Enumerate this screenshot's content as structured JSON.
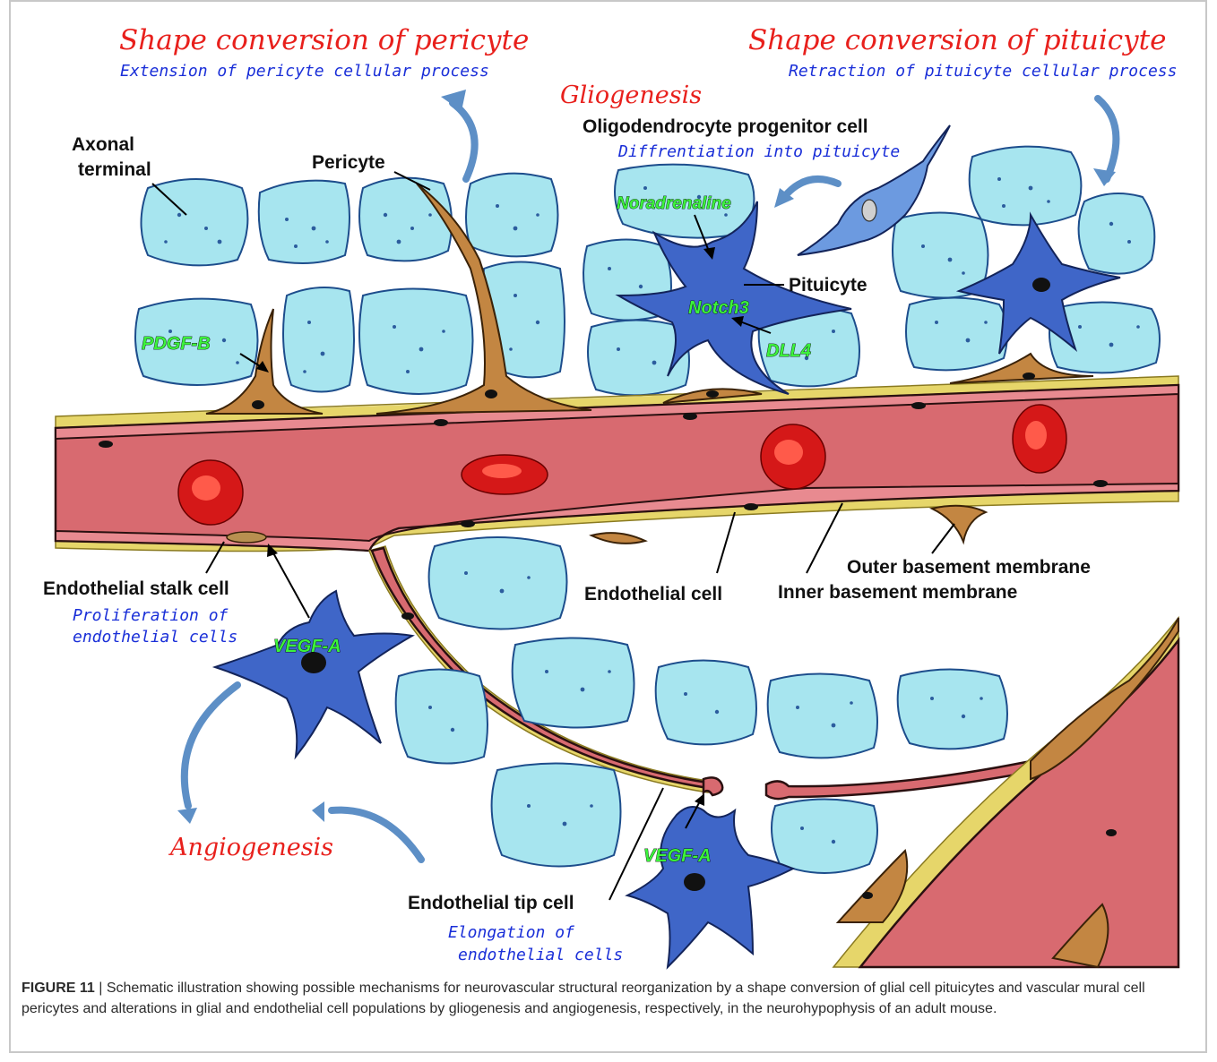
{
  "headings": {
    "pericyte_title": "Shape conversion of pericyte",
    "pericyte_sub": "Extension of pericyte cellular process",
    "pituicyte_title": "Shape conversion of pituicyte",
    "pituicyte_sub": "Retraction of pituicyte cellular process",
    "gliogenesis": "Gliogenesis",
    "angiogenesis": "Angiogenesis"
  },
  "labels": {
    "axonal_terminal_1": "Axonal",
    "axonal_terminal_2": "terminal",
    "pericyte": "Pericyte",
    "opc": "Oligodendrocyte progenitor cell",
    "opc_sub": "Diffrentiation into pituicyte",
    "pituicyte": "Pituicyte",
    "endothelial_stalk": "Endothelial stalk cell",
    "stalk_sub_1": "Proliferation of",
    "stalk_sub_2": "endothelial cells",
    "endothelial_cell": "Endothelial cell",
    "outer_bm": "Outer basement membrane",
    "inner_bm": "Inner basement membrane",
    "tip_cell": "Endothelial tip cell",
    "tip_sub_1": "Elongation of",
    "tip_sub_2": "endothelial cells"
  },
  "factors": {
    "pdgfb": "PDGF-B",
    "noradrenaline": "Noradrenaline",
    "notch3": "Notch3",
    "dll4": "DLL4",
    "vegfa_1": "VEGF-A",
    "vegfa_2": "VEGF-A"
  },
  "caption": {
    "label": "FIGURE 11",
    "separator": " | ",
    "text": "Schematic illustration showing possible mechanisms for neurovascular structural reorganization by a shape conversion of glial cell pituicytes and vascular mural cell pericytes and alterations in glial and endothelial cell populations by gliogenesis and angiogenesis, respectively, in the neurohypophysis of an adult mouse."
  },
  "colors": {
    "heading_red": "#e8201c",
    "sub_blue": "#1a2fd8",
    "factor_green": "#3cf23c",
    "axon_fill": "#a7e5ef",
    "vessel_fill": "#d86a70",
    "glia_fill": "#3f66c8",
    "pericyte_fill": "#c38642"
  }
}
